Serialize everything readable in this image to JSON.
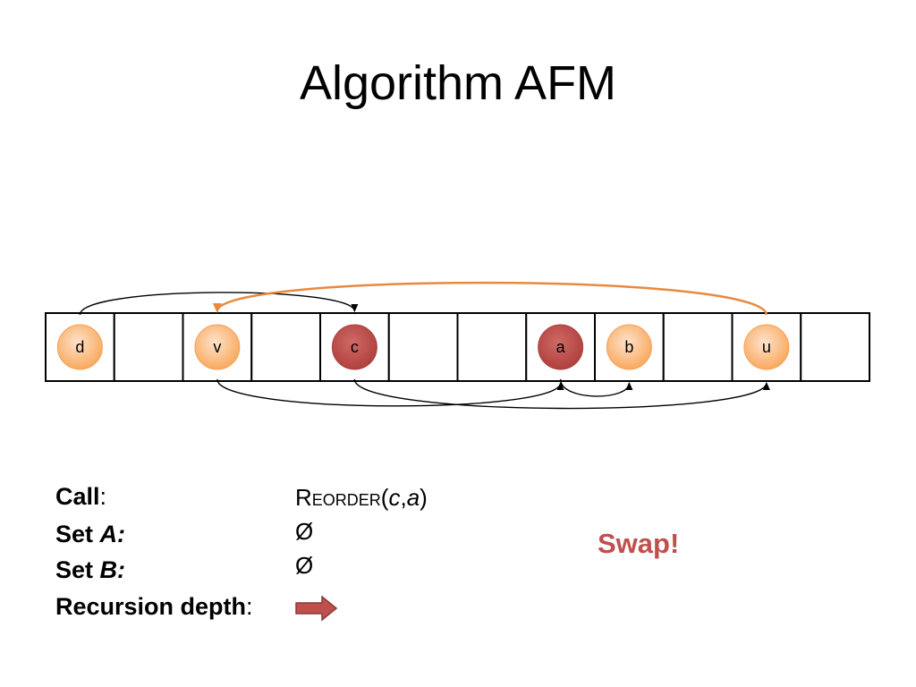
{
  "title": "Algorithm AFM",
  "array": {
    "cells": [
      "d",
      "",
      "v",
      "",
      "c",
      "",
      "",
      "a",
      "b",
      "",
      "u",
      ""
    ],
    "highlighted": [
      "c",
      "a"
    ]
  },
  "arcs": [
    {
      "from": "d",
      "to": "c",
      "side": "top",
      "color": "#000000"
    },
    {
      "from": "u",
      "to": "v",
      "side": "top",
      "color": "#e8893d"
    },
    {
      "from": "v",
      "to": "a",
      "side": "bottom",
      "color": "#000000"
    },
    {
      "from": "c",
      "to": "u",
      "side": "bottom",
      "color": "#000000"
    },
    {
      "from": "a",
      "to": "b",
      "side": "bottom",
      "color": "#000000"
    }
  ],
  "colors": {
    "normal_node": "#fbb477",
    "highlight_node": "#c0504d",
    "swap_text": "#c0504d",
    "depth_arrow": "#c0504d"
  },
  "info": {
    "call_label": "Call",
    "call_value_name": "Reorder",
    "call_value_args_open": "(",
    "call_value_arg1": "c",
    "call_value_sep": ",",
    "call_value_arg2": "a",
    "call_value_args_close": ")",
    "set_a_label": "Set ",
    "set_a_var": "A:",
    "set_a_value": "Ø",
    "set_b_label": "Set ",
    "set_b_var": "B:",
    "set_b_value": "Ø",
    "depth_label": "Recursion depth",
    "colon": ":",
    "depth_arrows": 1
  },
  "swap_text": "Swap!"
}
